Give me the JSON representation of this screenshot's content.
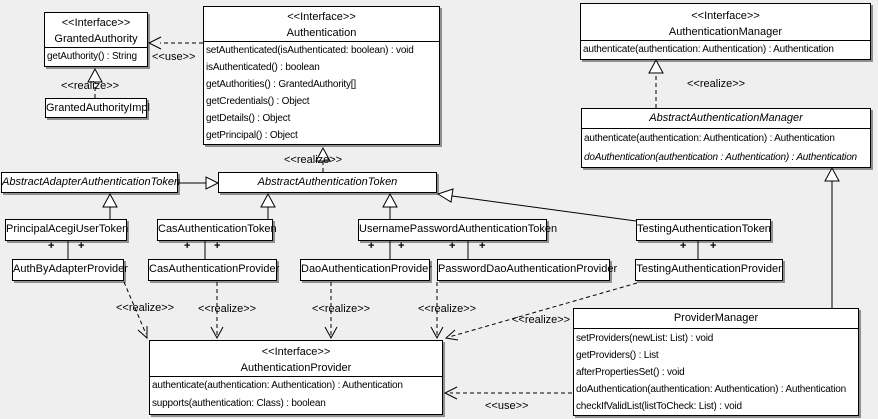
{
  "diagram": {
    "background_color": "#efefef",
    "box_fill_color": "#ffffff",
    "border_color": "#000000",
    "shadow_color": "#8f8f8f"
  },
  "classes": {
    "granted_authority": {
      "stereotype": "<<Interface>>",
      "name": "GrantedAuthority",
      "methods": [
        "getAuthority() : String"
      ]
    },
    "granted_authority_impl": {
      "name": "GrantedAuthorityImpl"
    },
    "authentication": {
      "stereotype": "<<Interface>>",
      "name": "Authentication",
      "methods": [
        "setAuthenticated(isAuthenticated: boolean) : void",
        "isAuthenticated() : boolean",
        "getAuthorities() : GrantedAuthority[]",
        "getCredentials() : Object",
        "getDetails() : Object",
        "getPrincipal() : Object"
      ]
    },
    "authentication_manager": {
      "stereotype": "<<Interface>>",
      "name": "AuthenticationManager",
      "methods": [
        "authenticate(authentication: Authentication) : Authentication"
      ]
    },
    "abstract_authentication_manager": {
      "name": "AbstractAuthenticationManager",
      "methods": [
        "authenticate(authentication: Authentication) : Authentication",
        "doAuthentication(authentication : Authentication) : Authentication"
      ]
    },
    "abstract_adapter_authentication_token": {
      "name": "AbstractAdapterAuthenticationToken"
    },
    "abstract_authentication_token": {
      "name": "AbstractAuthenticationToken"
    },
    "principal_acegi_user_token": {
      "name": "PrincipalAcegiUserToken"
    },
    "cas_authentication_token": {
      "name": "CasAuthenticationToken"
    },
    "username_password_authentication_token": {
      "name": "UsernamePasswordAuthenticationToken"
    },
    "testing_authentication_token": {
      "name": "TestingAuthenticationToken"
    },
    "auth_by_adapter_provider": {
      "name": "AuthByAdapterProvider"
    },
    "cas_authentication_provider": {
      "name": "CasAuthenticationProvider"
    },
    "dao_authentication_provider": {
      "name": "DaoAuthenticationProvider"
    },
    "password_dao_authentication_provider": {
      "name": "PasswordDaoAuthenticationProvider"
    },
    "testing_authentication_provider": {
      "name": "TestingAuthenticationProvider"
    },
    "authentication_provider": {
      "stereotype": "<<Interface>>",
      "name": "AuthenticationProvider",
      "methods": [
        "authenticate(authentication: Authentication) : Authentication",
        "supports(authentication: Class) : boolean"
      ]
    },
    "provider_manager": {
      "name": "ProviderManager",
      "methods": [
        "setProviders(newList: List) : void",
        "getProviders() : List",
        "afterPropertiesSet() : void",
        "doAuthentication(authentication: Authentication) : Authentication",
        "checkIfValidList(listToCheck: List) : void"
      ]
    }
  },
  "edge_labels": {
    "use_authentication_to_granted_authority": "<<use>>",
    "realize_granted_authority_impl": "<<realize>>",
    "realize_abstract_authentication_token": "<<realize>>",
    "realize_abstract_authentication_manager": "<<realize>>",
    "realize_auth_by_adapter_provider": "<<realize>>",
    "realize_cas_authentication_provider": "<<realize>>",
    "realize_dao_authentication_provider": "<<realize>>",
    "realize_password_dao_authentication_provider": "<<realize>>",
    "realize_testing_authentication_provider": "<<realize>>",
    "use_provider_manager_to_authentication_provider": "<<use>>",
    "association_end": "+"
  }
}
